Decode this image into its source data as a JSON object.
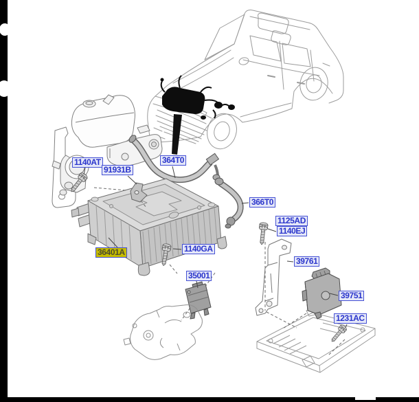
{
  "diagram_title": "parts-exploded-view",
  "colors": {
    "label_text": "#2a35cc",
    "label_border": "#4450d4",
    "label_bg": "#e4e7f8",
    "highlight_bg": "#c6bc00",
    "highlight_text": "#4c4c30",
    "line_gray": "#8a8a8a",
    "harness_black": "#111111",
    "page_edge": "#000000"
  },
  "labels": [
    {
      "part": "1140AT",
      "text": "1140AT",
      "highlighted": false
    },
    {
      "part": "91931B",
      "text": "91931B",
      "highlighted": false
    },
    {
      "part": "364T0",
      "text": "364T0",
      "highlighted": false
    },
    {
      "part": "366T0",
      "text": "366T0",
      "highlighted": false
    },
    {
      "part": "1125AD",
      "text": "1125AD",
      "highlighted": false
    },
    {
      "part": "1140EJ",
      "text": "1140EJ",
      "highlighted": false
    },
    {
      "part": "36401A",
      "text": "36401A",
      "highlighted": true
    },
    {
      "part": "1140GA",
      "text": "1140GA",
      "highlighted": false
    },
    {
      "part": "35001",
      "text": "35001",
      "highlighted": false
    },
    {
      "part": "39761",
      "text": "39761",
      "highlighted": false
    },
    {
      "part": "39751",
      "text": "39751",
      "highlighted": false
    },
    {
      "part": "1231AC",
      "text": "1231AC",
      "highlighted": false
    }
  ]
}
